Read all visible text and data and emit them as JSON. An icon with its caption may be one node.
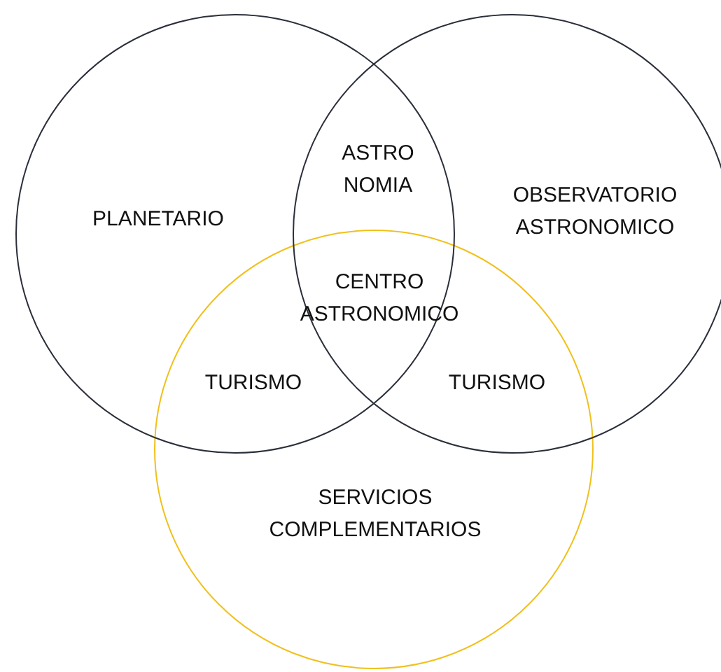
{
  "diagram": {
    "nodes": [
      {
        "text": [
          "PLANETARIO"
        ]
      },
      {
        "text": [
          "OBSERVATORIO ASTRONOMICO"
        ]
      },
      {
        "text": [
          "SERVICIOS COMPLEMENTARIOS"
        ]
      }
    ],
    "labels": [
      "ASTRO NOMIA",
      "CENTRO ASTRONOMICO",
      "TURISMO",
      "TURISMO"
    ]
  }
}
